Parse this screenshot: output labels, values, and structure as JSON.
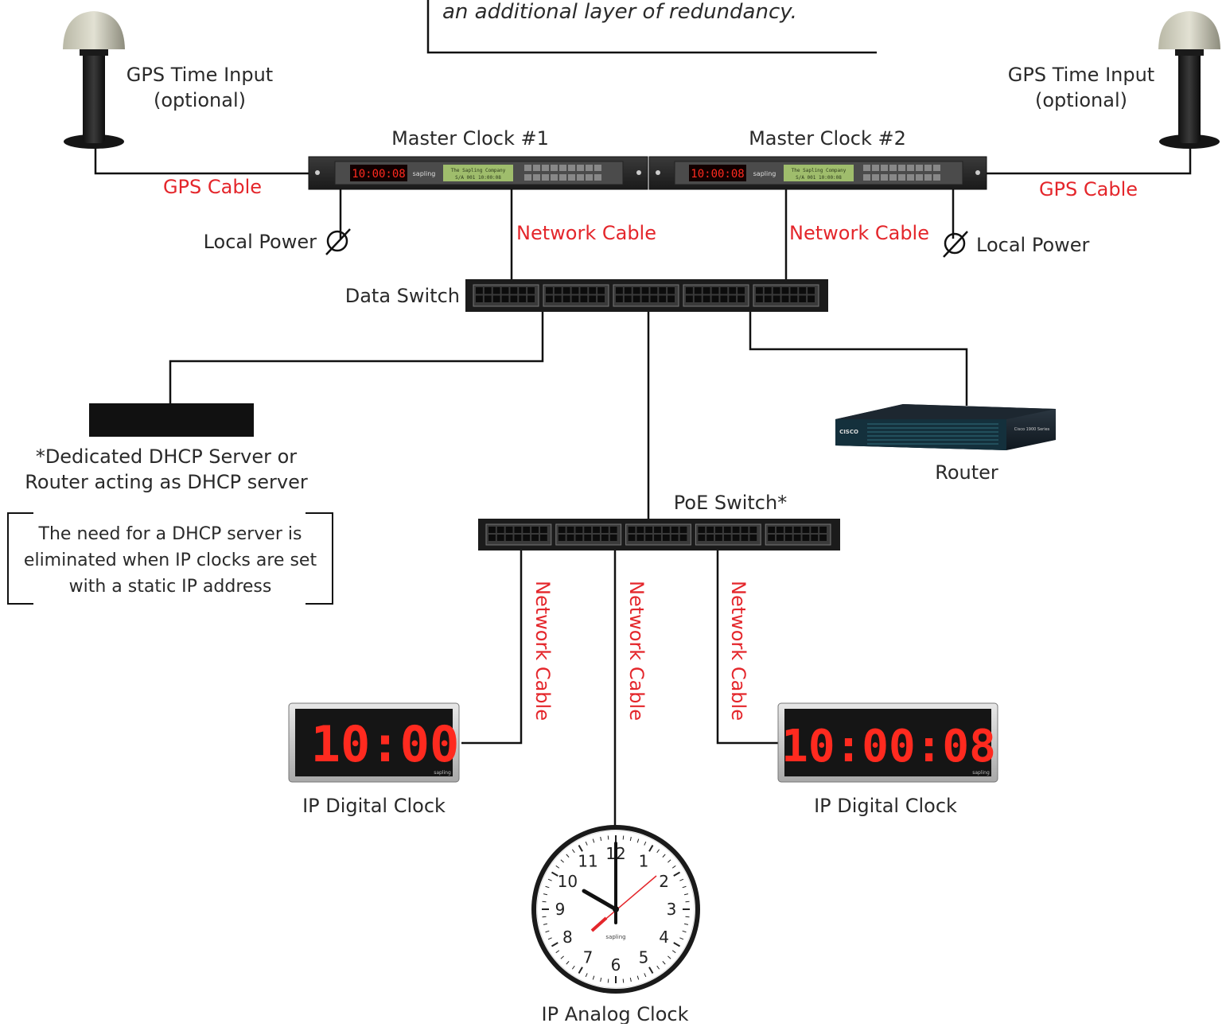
{
  "callout": {
    "text": "an additional layer of redundancy."
  },
  "gps_left": {
    "label_line1": "GPS Time Input",
    "label_line2": "(optional)",
    "cable": "GPS Cable"
  },
  "gps_right": {
    "label_line1": "GPS Time Input",
    "label_line2": "(optional)",
    "cable": "GPS Cable"
  },
  "master1": {
    "label": "Master Clock #1",
    "display": "10:00:08",
    "lcd_line1": "The Sapling Company",
    "lcd_line2": "S/A 001  10:00:08",
    "brand": "sapling",
    "power": "Local Power"
  },
  "master2": {
    "label": "Master Clock #2",
    "display": "10:00:08",
    "lcd_line1": "The Sapling Company",
    "lcd_line2": "S/A 001  10:00:08",
    "brand": "sapling",
    "power": "Local Power"
  },
  "network_cable_label": "Network Cable",
  "data_switch": {
    "label": "Data Switch"
  },
  "dhcp": {
    "line1": "*Dedicated DHCP Server or",
    "line2": "Router acting as DHCP server"
  },
  "router": {
    "label": "Router",
    "brand": "CISCO",
    "model": "Cisco 1900 Series"
  },
  "poe_switch": {
    "label": "PoE Switch*"
  },
  "note": {
    "text": "The need for a DHCP server is\neliminated when IP clocks are set\nwith a static IP address"
  },
  "digital_left": {
    "display": "10:00",
    "label": "IP Digital Clock",
    "brand": "sapling"
  },
  "digital_right": {
    "display": "10:00:08",
    "label": "IP Digital Clock",
    "brand": "sapling"
  },
  "analog": {
    "label": "IP Analog Clock",
    "brand": "sapling",
    "numerals": [
      "12",
      "1",
      "2",
      "3",
      "4",
      "5",
      "6",
      "7",
      "8",
      "9",
      "10",
      "11"
    ]
  },
  "colors": {
    "cable_label": "#e4262b",
    "led": "#ff2a1f",
    "wire": "#111111"
  }
}
